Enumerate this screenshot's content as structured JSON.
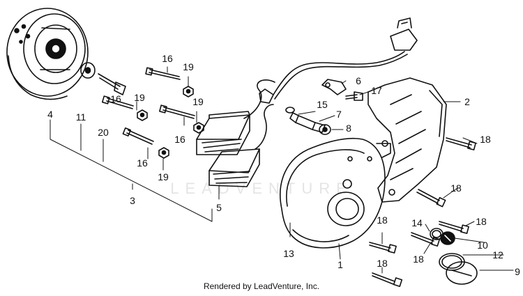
{
  "watermark": "LEADVENTURE",
  "credit": "Rendered by LeadVenture, Inc.",
  "callouts": {
    "c1": "1",
    "c2": "2",
    "c3": "3",
    "c4": "4",
    "c5": "5",
    "c6": "6",
    "c7": "7",
    "c8": "8",
    "c9": "9",
    "c10": "10",
    "c11": "11",
    "c12": "12",
    "c13": "13",
    "c14": "14",
    "c15": "15",
    "c16a": "16",
    "c16b": "16",
    "c16c": "16",
    "c16d": "16",
    "c17": "17",
    "c18a": "18",
    "c18b": "18",
    "c18c": "18",
    "c18d": "18",
    "c18e": "18",
    "c18f": "18",
    "c19a": "19",
    "c19b": "19",
    "c19c": "19",
    "c19d": "19",
    "c20": "20"
  }
}
